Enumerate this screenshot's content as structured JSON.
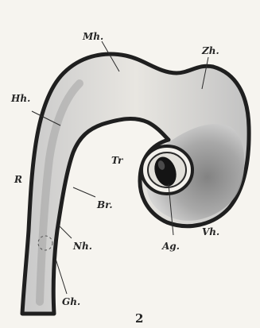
{
  "figure": {
    "number": "2",
    "labels": {
      "mh": "Mh.",
      "zh": "Zh.",
      "hh": "Hh.",
      "tr": "Tr",
      "r": "R",
      "br": "Br.",
      "ag": "Ag.",
      "vh": "Vh.",
      "nh": "Nh.",
      "gh": "Gh."
    }
  },
  "colors": {
    "paper": "#f6f4ef",
    "outline": "#1f1f1f",
    "tissue": "#9a9a9a",
    "ink": "#262626"
  }
}
